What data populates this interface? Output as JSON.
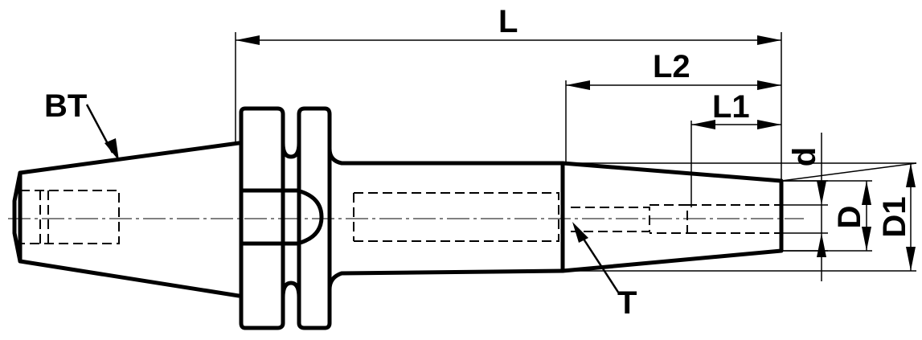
{
  "labels": {
    "L": "L",
    "L2": "L2",
    "L1": "L1",
    "d": "d",
    "D": "D",
    "D1": "D1",
    "BT": "BT",
    "T": "T"
  },
  "colors": {
    "line": "#000000",
    "background": "#ffffff"
  }
}
